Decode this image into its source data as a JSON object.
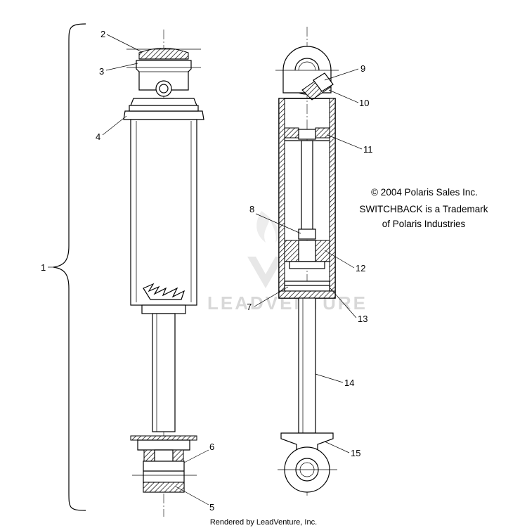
{
  "callouts": {
    "c1": "1",
    "c2": "2",
    "c3": "3",
    "c4": "4",
    "c5": "5",
    "c6": "6",
    "c7": "7",
    "c8": "8",
    "c9": "9",
    "c10": "10",
    "c11": "11",
    "c12": "12",
    "c13": "13",
    "c14": "14",
    "c15": "15"
  },
  "notes": {
    "copyright": "© 2004 Polaris Sales Inc.",
    "trademark_line1": "SWITCHBACK is a Trademark",
    "trademark_line2": "of Polaris Industries"
  },
  "watermark": "LEADVENTURE",
  "footer": "Rendered by LeadVenture, Inc."
}
